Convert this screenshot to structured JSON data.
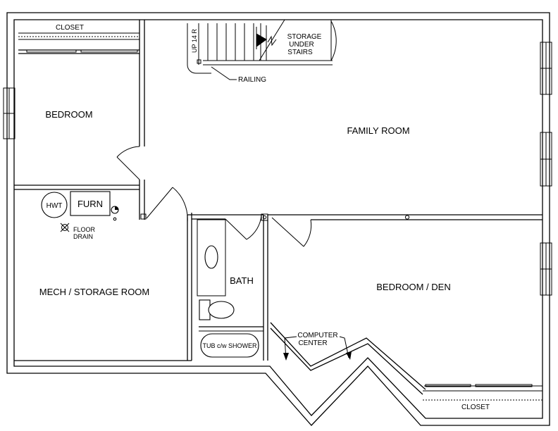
{
  "labels": {
    "closet_top": "CLOSET",
    "bedroom": "BEDROOM",
    "up_stairs": "UP 14 R",
    "storage_line1": "STORAGE",
    "storage_line2": "UNDER",
    "storage_line3": "STAIRS",
    "railing": "RAILING",
    "family_room": "FAMILY ROOM",
    "hwt": "HWT",
    "furn": "FURN",
    "floor_drain_line1": "FLOOR",
    "floor_drain_line2": "DRAIN",
    "mech_storage": "MECH / STORAGE ROOM",
    "bath": "BATH",
    "bedroom_den": "BEDROOM / DEN",
    "tub_shower": "TUB c/w SHOWER",
    "computer_line1": "COMPUTER",
    "computer_line2": "CENTER",
    "closet_bottom": "CLOSET"
  }
}
